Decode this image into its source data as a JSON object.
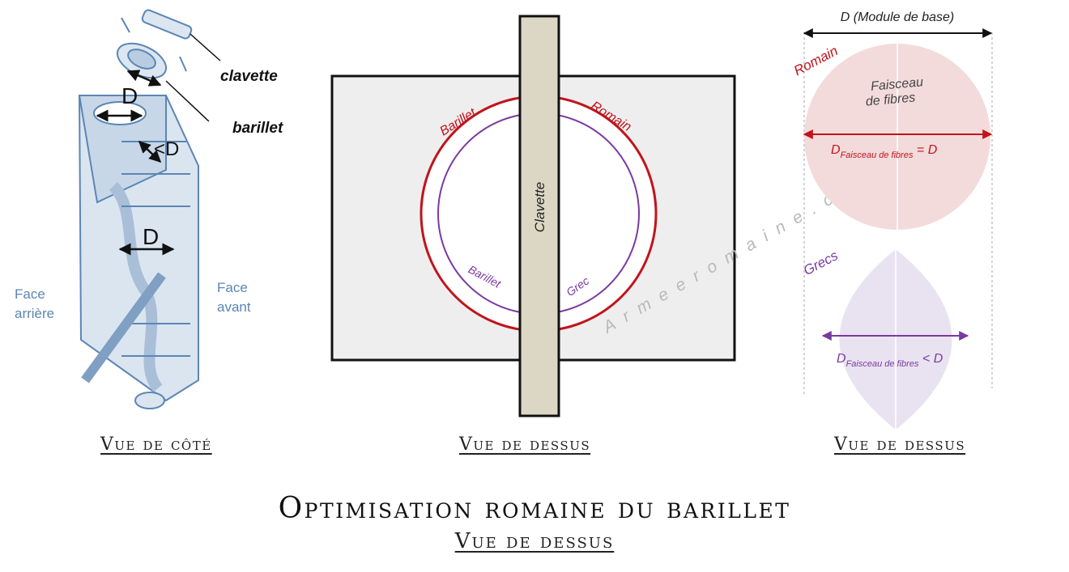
{
  "title": "Optimisation romaine du barillet",
  "subtitle": "Vue de dessus",
  "watermark": "Armeeromaine.com",
  "colors": {
    "romain": "#c0141c",
    "grec": "#7a3aa0",
    "romain_fill": "#f3dbdc",
    "grec_fill": "#e9e3f1",
    "illustration": "#5b86b3",
    "clavette_fill": "#dcd6c4",
    "plate_fill": "#eeeeee"
  },
  "left_panel": {
    "caption": "Vue de côté",
    "label_clavette": "clavette",
    "label_barillet": "barillet",
    "dim_top": "D",
    "dim_less": "<D",
    "dim_middle": "D",
    "face_arriere": [
      "Face",
      "arrière"
    ],
    "face_avant": [
      "Face",
      "avant"
    ]
  },
  "middle_panel": {
    "caption": "Vue de dessus",
    "clavette": "Clavette",
    "barillet_red": "Barillet",
    "romain": "Romain",
    "barillet_purple": "Barillet",
    "grec": "Grec"
  },
  "right_panel": {
    "caption": "Vue de dessus",
    "module": "D (Module de base)",
    "romain": "Romain",
    "grecs": "Grecs",
    "faisceau": [
      "Faisceau",
      "de fibres"
    ],
    "romain_formula": {
      "d": "D",
      "sub": "Faisceau de fibres",
      "rel": " = D"
    },
    "grec_formula": {
      "d": "D",
      "sub": "Faisceau de fibres",
      "rel": " < D"
    }
  }
}
